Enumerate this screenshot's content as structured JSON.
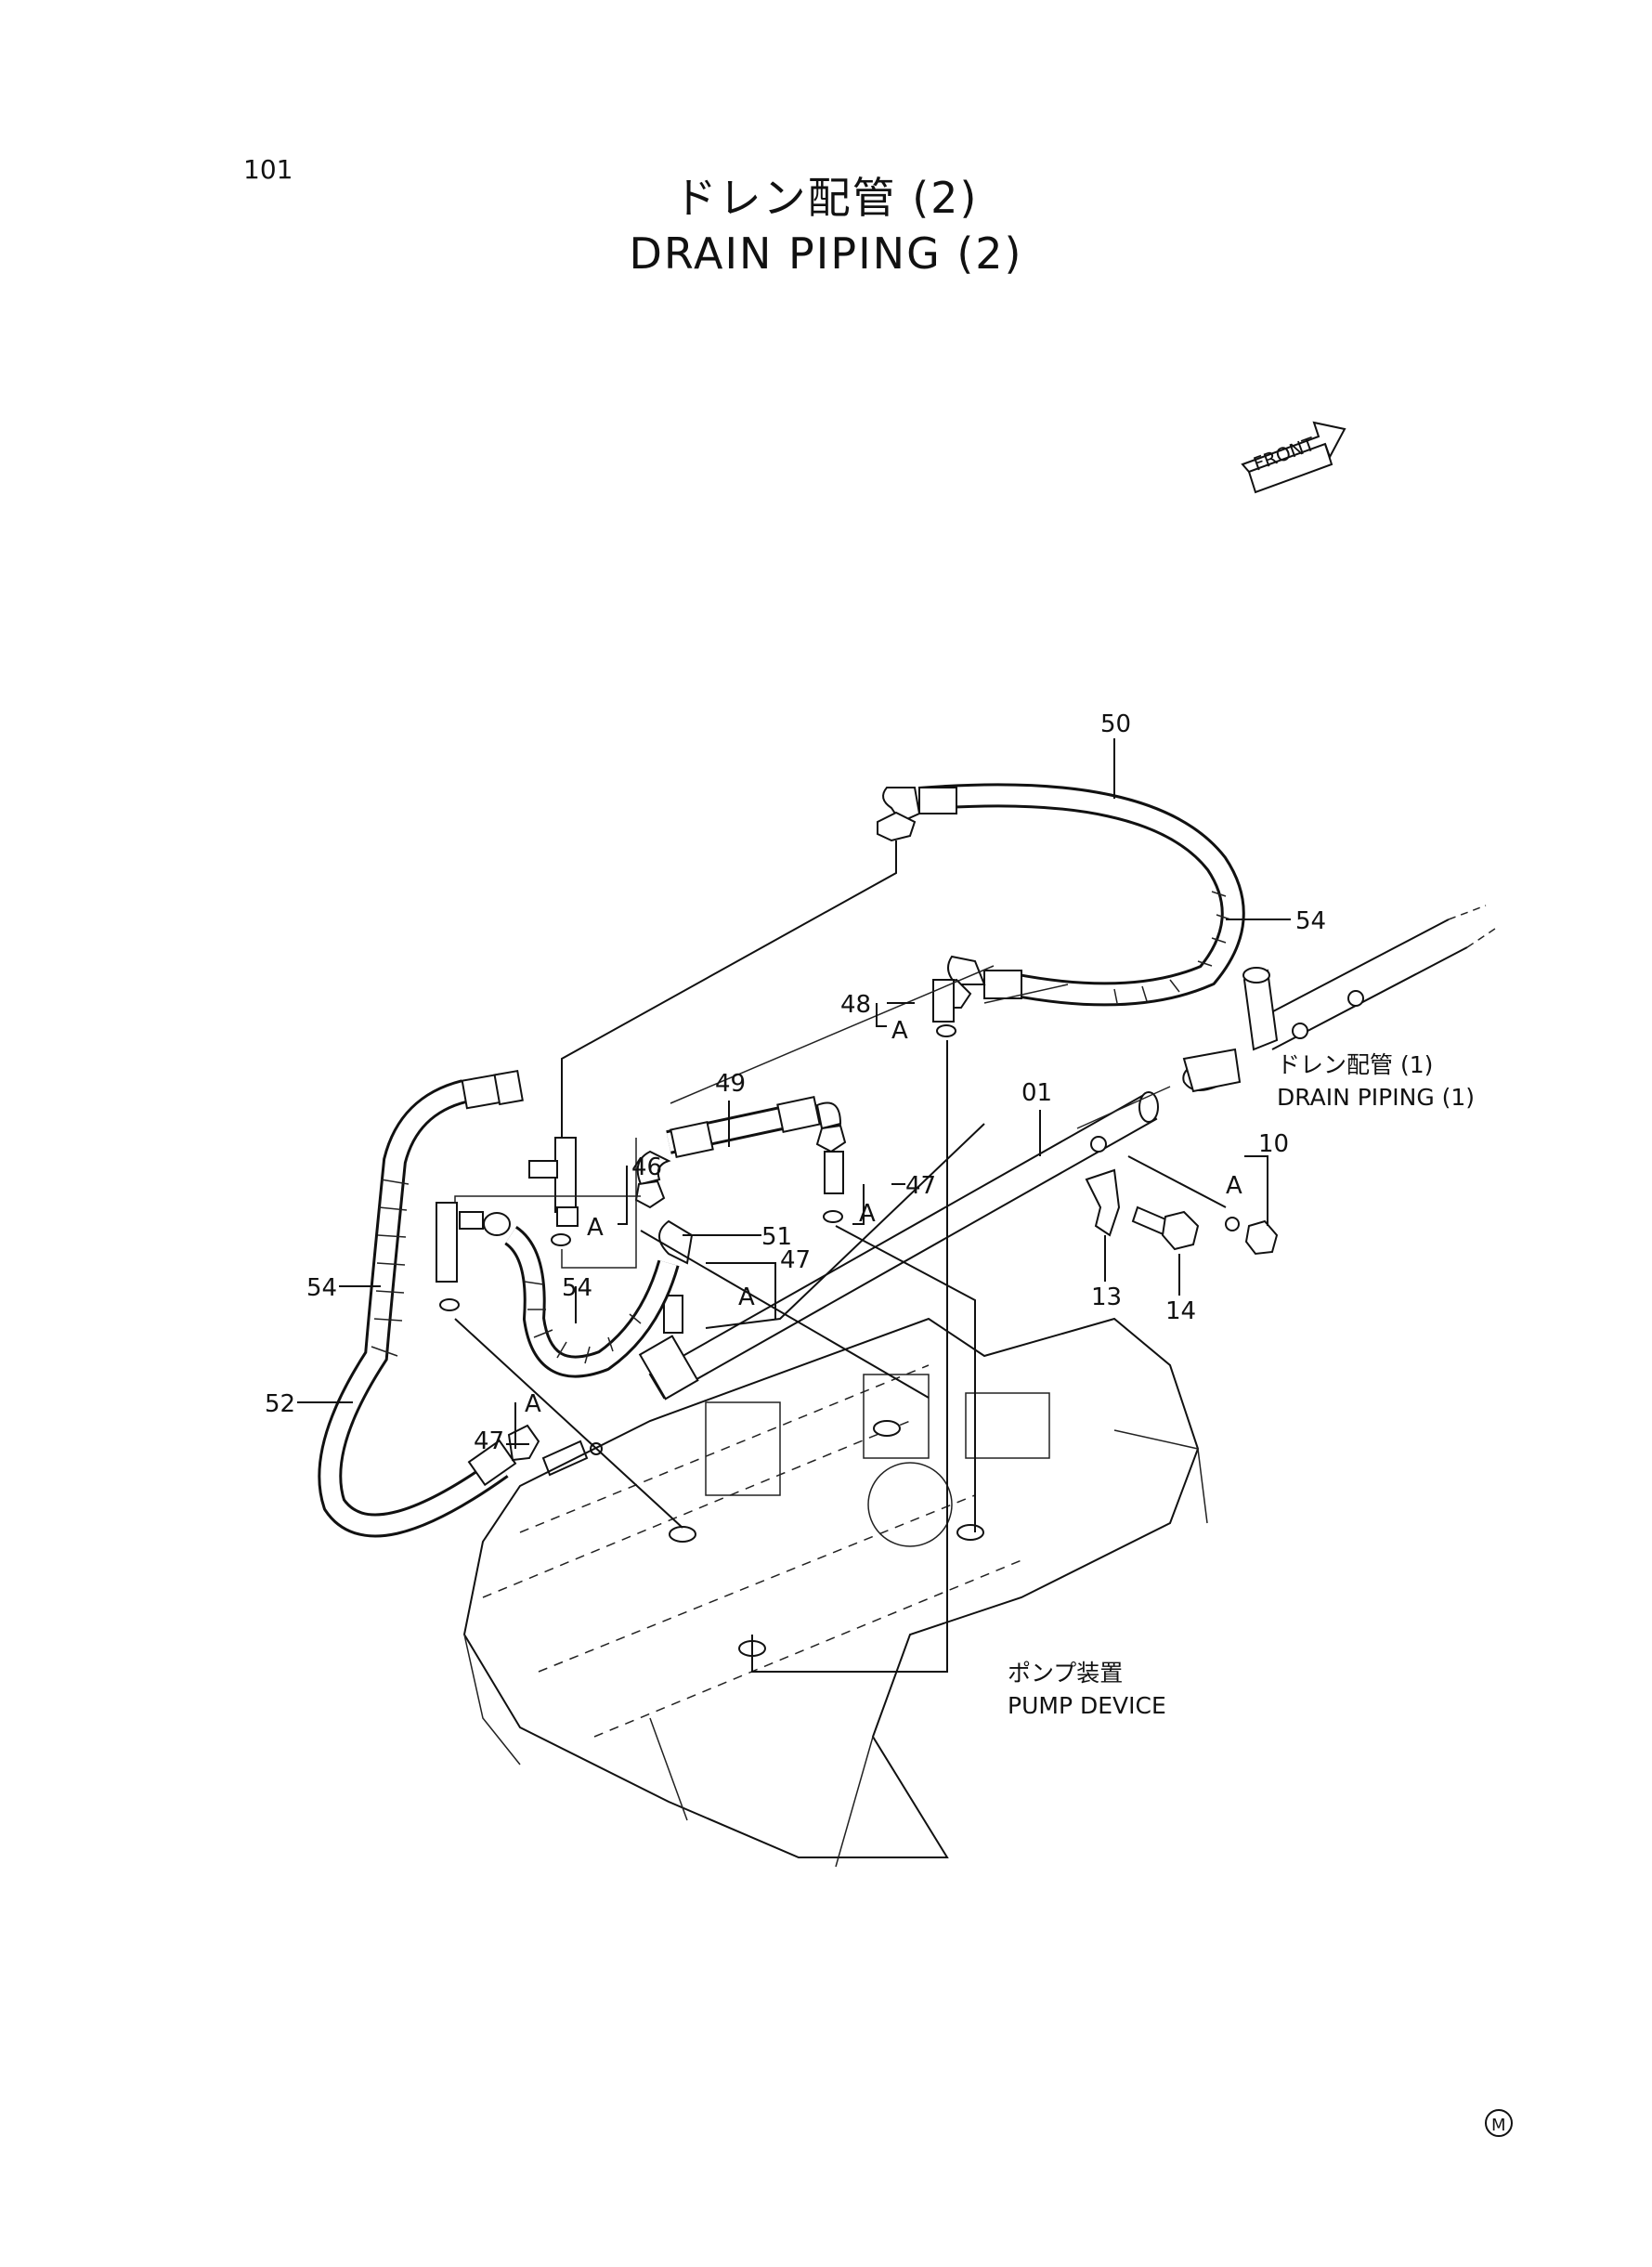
{
  "page_number": "101",
  "title_jp": "ドレン配管 (2)",
  "title_en": "DRAIN PIPING (2)",
  "front_label": "FRONT",
  "callouts": {
    "c50": "50",
    "c54_top": "54",
    "c48": "48",
    "c49": "49",
    "c01": "01",
    "c46": "46",
    "c47_a": "47",
    "c51": "51",
    "c47_b": "47",
    "c54_left": "54",
    "c54_mid": "54",
    "c52": "52",
    "c47_c": "47",
    "c10": "10",
    "c13": "13",
    "c14": "14",
    "a_1": "A",
    "a_2": "A",
    "a_3": "A",
    "a_4": "A",
    "a_5": "A",
    "a_6": "A",
    "a_7": "A"
  },
  "drain_piping_1_jp": "ドレン配管 (1)",
  "drain_piping_1_en": "DRAIN PIPING (1)",
  "pump_device_jp": "ポンプ装置",
  "pump_device_en": "PUMP DEVICE",
  "footer_mark": "M"
}
